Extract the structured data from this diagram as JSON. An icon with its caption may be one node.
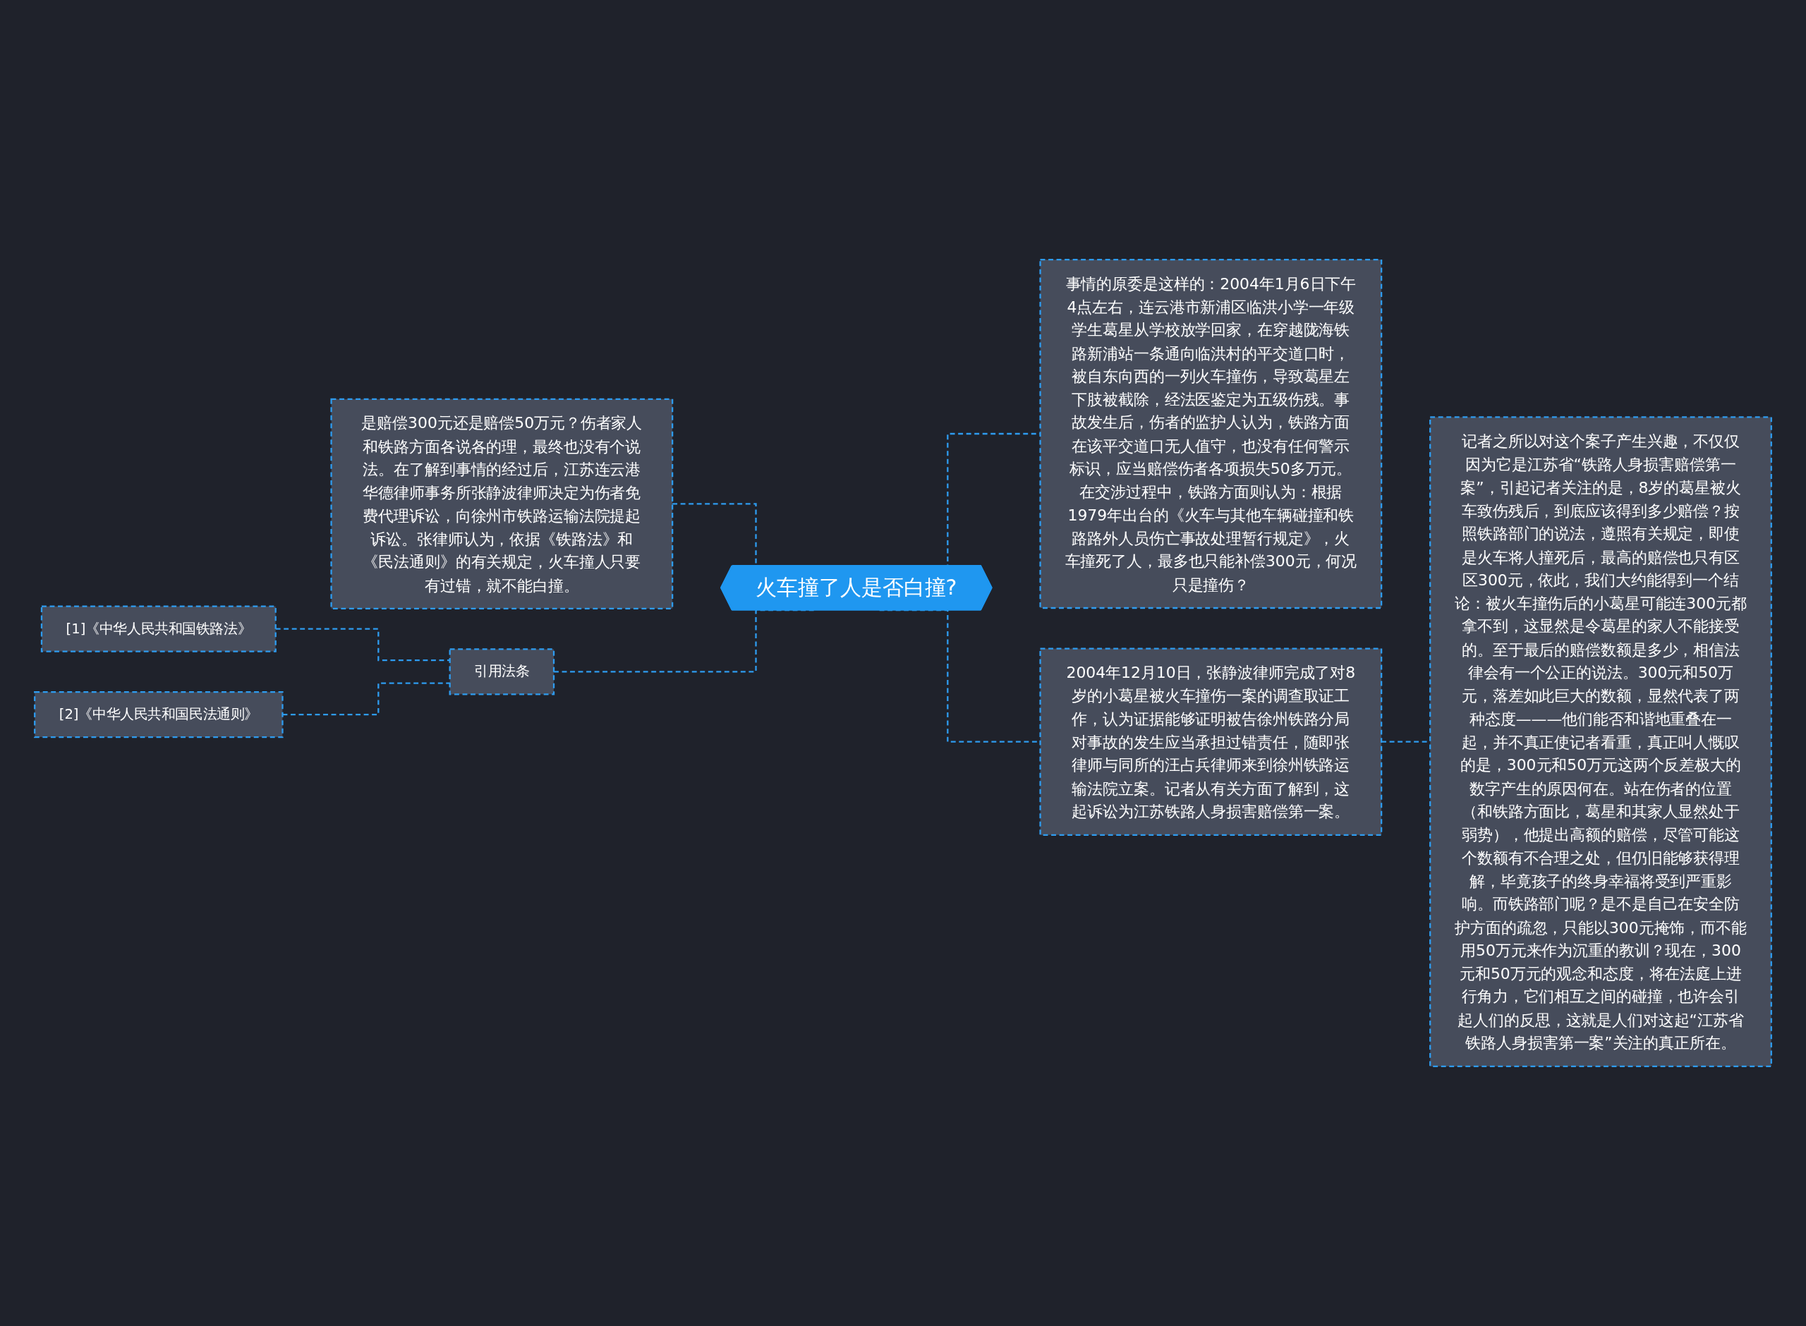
{
  "diagram": {
    "nodes": [
      {
        "text": [
          "火车撞了人是否白撞?"
        ]
      },
      {
        "text": [
          "是赔偿300元还是赔偿50万元？伤者家人和铁路方面各说各的理，最终也没有个说法。在了解到事情的经过后，江苏连云港华德律师事务所张静波律师决定为伤者免费代理诉讼，向徐州市铁路运输法院提起诉讼。张律师认为，依据《铁路法》和《民法通则》的有关规定，火车撞人只要有过错，就不能白撞。"
        ]
      },
      {
        "text": [
          "引用法条"
        ]
      },
      {
        "text": [
          "[1]《中华人民共和国铁路法》"
        ]
      },
      {
        "text": [
          "[2]《中华人民共和国民法通则》"
        ]
      },
      {
        "text": [
          "事情的原委是这样的：2004年1月6日下午4点左右，连云港市新浦区临洪小学一年级学生葛星从学校放学回家，在穿越陇海铁路新浦站一条通向临洪村的平交道口时，被自东向西的一列火车撞伤，导致葛星左下肢被截除，经法医鉴定为五级伤残。事故发生后，伤者的监护人认为，铁路方面在该平交道口无人值守，也没有任何警示标识，应当赔偿伤者各项损失50多万元。在交涉过程中，铁路方面则认为：根据1979年出台的《火车与其他车辆碰撞和铁路路外人员伤亡事故处理暂行规定》，火车撞死了人，最多也只能补偿300元，何况只是撞伤？"
        ]
      },
      {
        "text": [
          "2004年12月10日，张静波律师完成了对8岁的小葛星被火车撞伤一案的调查取证工作，认为证据能够证明被告徐州铁路分局对事故的发生应当承担过错责任，随即张律师与同所的汪占兵律师来到徐州铁路运输法院立案。记者从有关方面了解到，这起诉讼为江苏铁路人身损害赔偿第一案。"
        ]
      },
      {
        "text": [
          "记者之所以对这个案子产生兴趣，不仅仅因为它是江苏省“铁路人身损害赔偿第一案”，引起记者关注的是，8岁的葛星被火车致伤残后，到底应该得到多少赔偿？按照铁路部门的说法，遵照有关规定，即使是火车将人撞死后，最高的赔偿也只有区区300元，依此，我们大约能得到一个结论：被火车撞伤后的小葛星可能连300元都拿不到，这显然是令葛星的家人不能接受的。至于最后的赔偿数额是多少，相信法律会有一个公正的说法。300元和50万元，落差如此巨大的数额，显然代表了两种态度———他们能否和谐地重叠在一起，并不真正使记者看重，真正叫人慨叹的是，300元和50万元这两个反差极大的数字产生的原因何在。站在伤者的位置（和铁路方面比，葛星和其家人显然处于弱势），他提出高额的赔偿，尽管可能这个数额有不合理之处，但仍旧能够获得理解，毕竟孩子的终身幸福将受到严重影响。而铁路部门呢？是不是自己在安全防护方面的疏忽，只能以300元掩饰，而不能用50万元来作为沉重的教训？现在，300元和50万元的观念和态度，将在法庭上进行角力，它们相互之间的碰撞，也许会引起人们的反思，这就是人们对这起“江苏省铁路人身损害第一案”关注的真正所在。"
        ]
      }
    ],
    "edges": [
      {
        "from": 0,
        "to": 1,
        "arrow": "none",
        "style": "dashed"
      },
      {
        "from": 0,
        "to": 2,
        "arrow": "none",
        "style": "dashed"
      },
      {
        "from": 2,
        "to": 3,
        "arrow": "none",
        "style": "dashed"
      },
      {
        "from": 2,
        "to": 4,
        "arrow": "none",
        "style": "dashed"
      },
      {
        "from": 0,
        "to": 5,
        "arrow": "none",
        "style": "dashed"
      },
      {
        "from": 0,
        "to": 6,
        "arrow": "none",
        "style": "dashed"
      },
      {
        "from": 6,
        "to": 7,
        "arrow": "none",
        "style": "dashed"
      }
    ]
  }
}
